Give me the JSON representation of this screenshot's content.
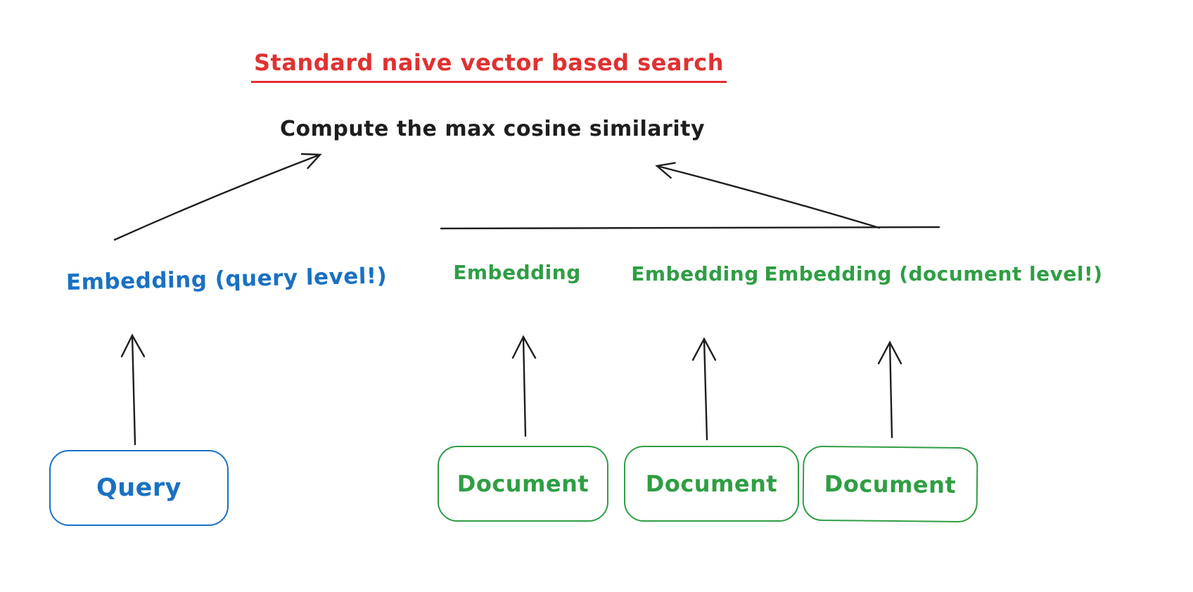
{
  "diagram": {
    "title": "Standard naive vector based search",
    "compute_caption": "Compute the max cosine similarity",
    "query": {
      "embedding_label": "Embedding (query level!)",
      "box_label": "Query",
      "color": "#1971c2"
    },
    "documents": {
      "embedding_labels": [
        "Embedding",
        "Embedding",
        "Embedding (document level!)"
      ],
      "box_labels": [
        "Document",
        "Document",
        "Document"
      ],
      "color": "#2f9e44"
    },
    "colors": {
      "title_red": "#e03131",
      "ink_black": "#1e1e1e",
      "background": "#ffffff"
    },
    "arrows": [
      {
        "name": "query-embedding-to-compute",
        "description": "diagonal arrow from query embedding area up to compute caption"
      },
      {
        "name": "documents-to-compute",
        "description": "diagonal arrow from document span line up to compute caption"
      },
      {
        "name": "documents-span-line",
        "description": "horizontal line spanning the document embeddings"
      },
      {
        "name": "query-to-embedding",
        "description": "vertical arrow from Query box to its embedding"
      },
      {
        "name": "document-1-to-embedding",
        "description": "vertical arrow from first Document box to its embedding"
      },
      {
        "name": "document-2-to-embedding",
        "description": "vertical arrow from second Document box to its embedding"
      },
      {
        "name": "document-3-to-embedding",
        "description": "vertical arrow from third Document box to its embedding"
      }
    ]
  }
}
